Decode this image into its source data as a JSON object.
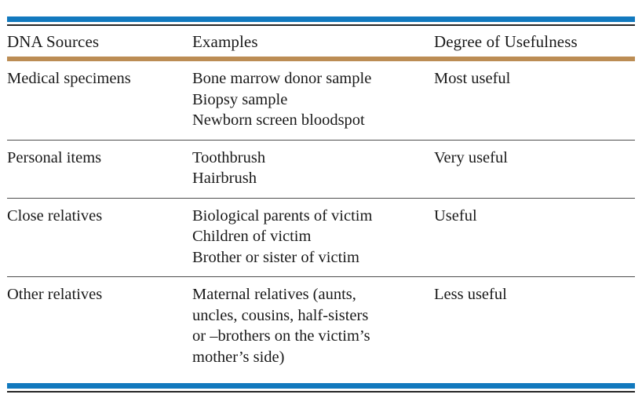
{
  "table": {
    "columns": [
      {
        "key": "sources",
        "header": "DNA Sources"
      },
      {
        "key": "examples",
        "header": "Examples"
      },
      {
        "key": "usefulness",
        "header": "Degree of Usefulness"
      }
    ],
    "rows": [
      {
        "source": "Medical  specimens",
        "examples": [
          "Bone marrow donor sample",
          "Biopsy sample",
          "Newborn screen bloodspot"
        ],
        "usefulness": "Most  useful"
      },
      {
        "source": "Personal  items",
        "examples": [
          "Toothbrush",
          "Hairbrush"
        ],
        "usefulness": "Very  useful"
      },
      {
        "source": "Close  relatives",
        "examples": [
          "Biological parents of victim",
          "Children of victim",
          "Brother or sister of victim"
        ],
        "usefulness": "Useful"
      },
      {
        "source": "Other  relatives",
        "examples": [
          "Maternal relatives (aunts,",
          "uncles, cousins, half-sisters",
          "or –brothers on the victim’s",
          "mother’s side)"
        ],
        "usefulness": "Less  useful"
      }
    ]
  },
  "style": {
    "accent_blue": "#1279BE",
    "accent_bronze": "#BC8D54",
    "rule_black": "#262626",
    "rule_gray": "#4D4D4D",
    "text_color": "#1A1A1A",
    "background": "#FFFFFF"
  }
}
